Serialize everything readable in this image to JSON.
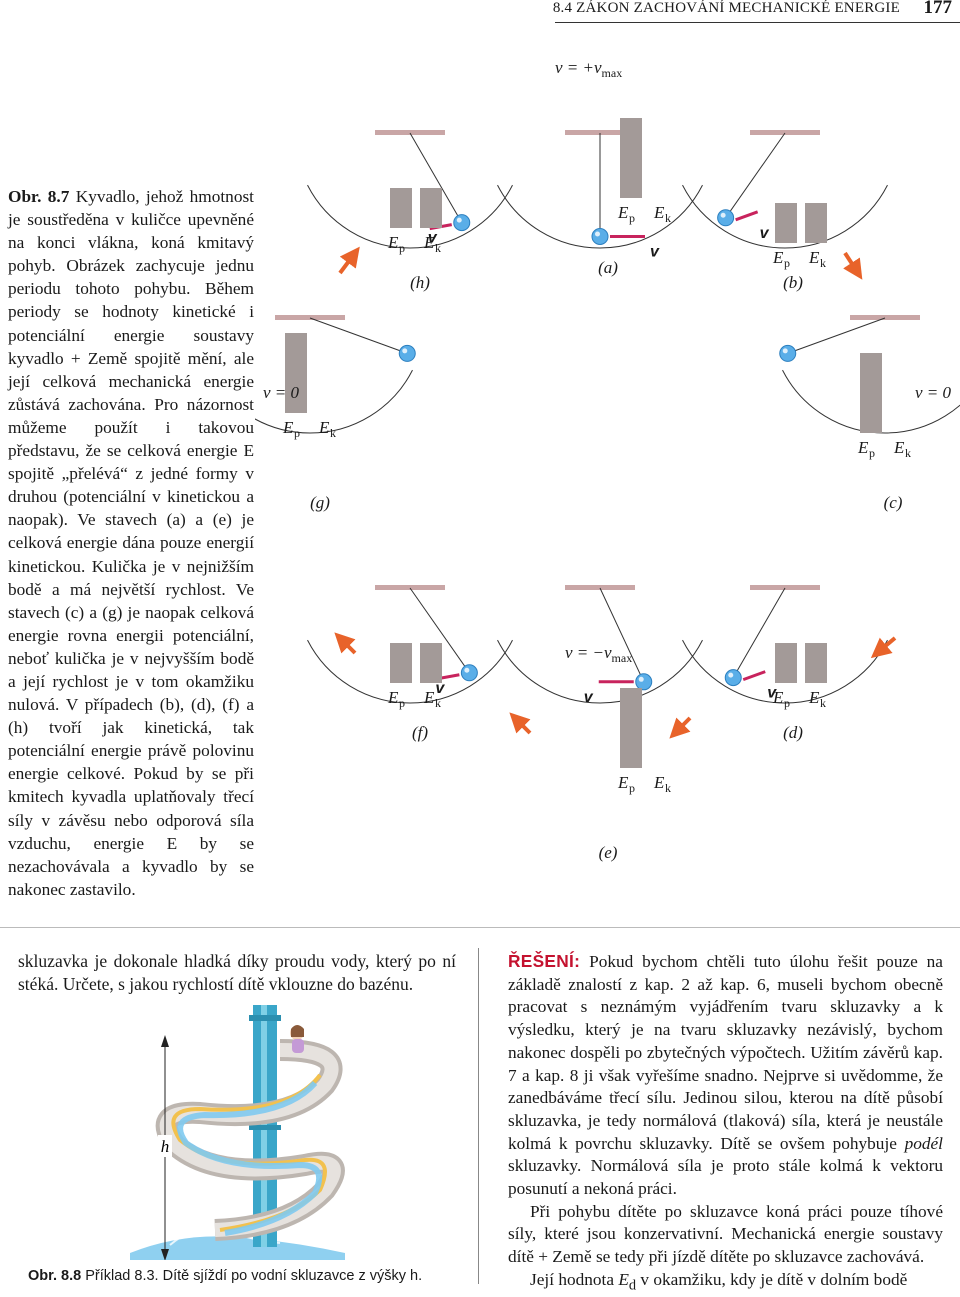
{
  "header": {
    "chapter_title": "8.4 ZÁKON ZACHOVÁNÍ MECHANICKÉ ENERGIE",
    "page_number": "177"
  },
  "figure_caption": {
    "label": "Obr. 8.7",
    "text": "Kyvadlo, jehož hmotnost je soustředěna v kuličce upevněné na konci vlákna, koná kmitavý pohyb. Obrázek zachycuje jednu periodu tohoto pohybu. Během periody se hodnoty kinetické i potenciální energie soustavy kyvadlo + Země spojitě mění, ale její celková mechanická energie zůstává zachována. Pro názornost můžeme použít i takovou představu, že se celková energie E spojitě „přelévá“ z jedné formy v druhou (potenciální v kinetickou a naopak). Ve stavech (a) a (e) je celková energie dána pouze energií kinetickou. Kulička je v nejnižším bodě a má největší rychlost. Ve stavech (c) a (g) je naopak celková energie rovna energii potenciální, neboť kulička je v nejvyšším bodě a její rychlost je v tom okamžiku nulová. V případech (b), (d), (f) a (h) tvoří jak kinetická, tak potenciální energie právě polovinu energie celkové. Pokud by se při kmitech kyvadla uplatňovaly třecí síly v závěsu nebo odporová síla vzduchu, energie E by se nezachovávala a kyvadlo by se nakonec zastavilo."
  },
  "pendulum_figure": {
    "bar_labels": {
      "ep": "E",
      "ep_sub": "p",
      "ek": "E",
      "ek_sub": "k"
    },
    "velocity_symbol": "v",
    "states": [
      {
        "id": "a",
        "label": "(a)",
        "ep_fraction": 1.0,
        "ek_fraction": 0.0,
        "velocity_text": "v = +v",
        "velocity_sub": "max"
      },
      {
        "id": "b",
        "label": "(b)",
        "ep_fraction": 0.5,
        "ek_fraction": 0.5,
        "velocity_text": "",
        "velocity_sub": ""
      },
      {
        "id": "c",
        "label": "(c)",
        "ep_fraction": 1.0,
        "ek_fraction": 0.0,
        "velocity_text": "v = 0",
        "velocity_sub": ""
      },
      {
        "id": "d",
        "label": "(d)",
        "ep_fraction": 0.5,
        "ek_fraction": 0.5,
        "velocity_text": "",
        "velocity_sub": ""
      },
      {
        "id": "e",
        "label": "(e)",
        "ep_fraction": 1.0,
        "ek_fraction": 0.0,
        "velocity_text": "v = −v",
        "velocity_sub": "max"
      },
      {
        "id": "f",
        "label": "(f)",
        "ep_fraction": 0.5,
        "ek_fraction": 0.5,
        "velocity_text": "",
        "velocity_sub": ""
      },
      {
        "id": "g",
        "label": "(g)",
        "ep_fraction": 1.0,
        "ek_fraction": 0.0,
        "velocity_text": "v = 0",
        "velocity_sub": ""
      },
      {
        "id": "h",
        "label": "(h)",
        "ep_fraction": 0.5,
        "ek_fraction": 0.5,
        "velocity_text": "",
        "velocity_sub": ""
      }
    ]
  },
  "exercise_text": "skluzavka je dokonale hladká díky proudu vody, který po ní stéká. Určete, s jakou rychlostí dítě vklouzne do bazénu.",
  "solution": {
    "heading": "ŘEŠENÍ:",
    "p1": "Pokud bychom chtěli tuto úlohu řešit pouze na základě znalostí z kap. 2 až kap. 6, museli bychom obecně pracovat s neznámým vyjádřením tvaru skluzavky a k výsledku, který je na tvaru skluzavky nezávislý, bychom nakonec dospěli po zbytečných výpočtech. Užitím závěrů kap. 7 a kap. 8 ji však vyřešíme snadno. Nejprve si uvědomme, že zanedbáváme třecí sílu. Jedinou silou, kterou na dítě působí skluzavka, je tedy normálová (tlaková) síla, která je neustále kolmá k povrchu skluzavky. Dítě se ovšem pohybuje",
    "p1_em": "podél",
    "p1_end": "skluzavky. Normálová síla je proto stále kolmá k vektoru posunutí a nekoná práci.",
    "p2": "Při pohybu dítěte po skluzavce koná práci pouze tíhové síly, které jsou konzervativní. Mechanická energie soustavy dítě + Země se tedy při jízdě dítěte po skluzavce zachovává.",
    "p3_start": "Její hodnota",
    "p3_sym": "E",
    "p3_sub": "d",
    "p3_end": "v okamžiku, kdy je dítě v dolním bodě"
  },
  "slide_figure": {
    "height_label": "h"
  },
  "bottom_caption": {
    "label": "Obr. 8.8",
    "text": "Příklad 8.3. Dítě sjíždí po vodní skluzavce z výšky h."
  },
  "colors": {
    "bar": "#a39a98",
    "ball": "#5aaee8",
    "velocity_arrow": "#c8235d",
    "motion_arrow": "#e8632a",
    "ceiling": "#c9a6a6",
    "water": "#6fc3ec",
    "slide": "#cfcbc7"
  }
}
